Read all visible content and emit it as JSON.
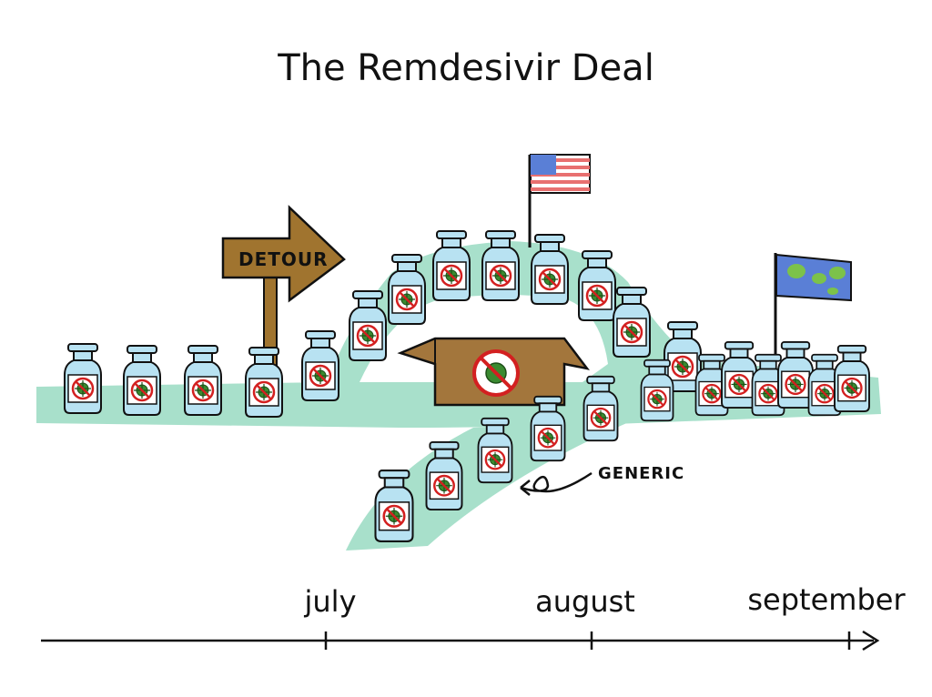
{
  "title": "The Remdesivir Deal",
  "sign_label": "DETOUR",
  "generic_label": "GENERIC",
  "timeline": {
    "months": [
      "july",
      "august",
      "september"
    ]
  },
  "colors": {
    "path": "#a8e0cb",
    "vial": "#b8e2f2",
    "sign": "#a0742f",
    "box": "#a3763c"
  },
  "icons": {
    "vial": "vial-icon",
    "no-virus": "no-virus-icon",
    "us-flag": "us-flag-icon",
    "world-flag": "world-flag-icon"
  }
}
